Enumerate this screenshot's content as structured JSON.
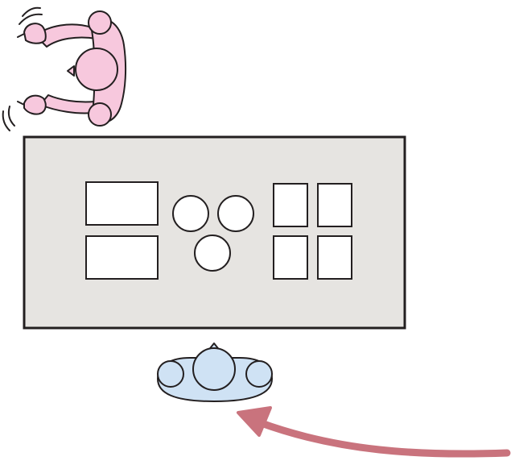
{
  "scene": {
    "description_visible_text": "",
    "colors": {
      "table_fill": "#e6e4e1",
      "outline": "#231f20",
      "item_fill": "#ffffff",
      "host_person_fill": "#f7c8dd",
      "host_person_shadow": "#efaccb",
      "guest_person_fill": "#cfe2f4",
      "guest_person_shadow": "#b5d0ea",
      "arrow_color": "#c9737d",
      "motion_lines": "#231f20"
    },
    "icons": {
      "host": "person-bowing-top-view-icon",
      "guest": "person-seated-top-view-icon",
      "arrow": "curved-arrow-icon"
    },
    "table_items": {
      "rectangles": 2,
      "circles": 3,
      "squares": 4
    }
  }
}
